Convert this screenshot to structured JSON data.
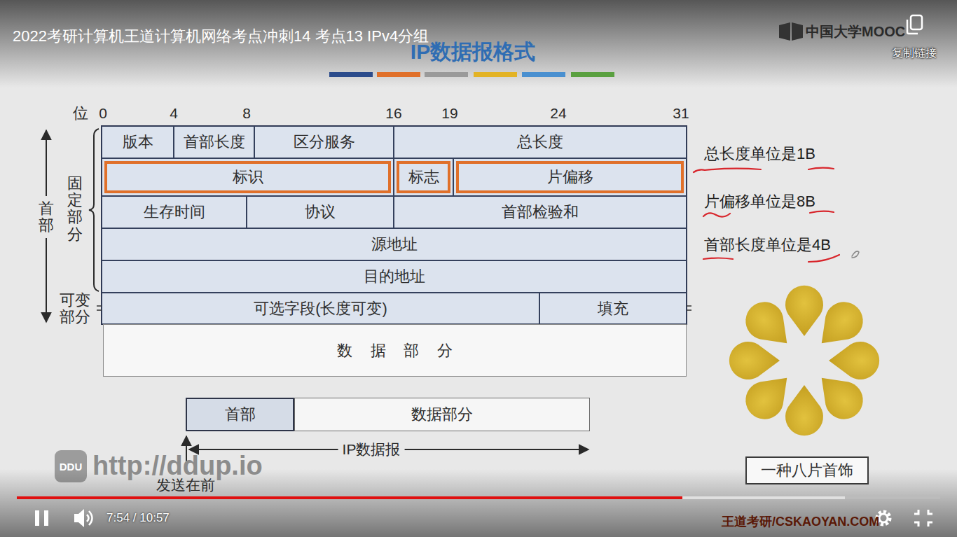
{
  "diagram": {
    "title": "IP数据报格式",
    "nodes": [
      {
        "text": [
          "版本"
        ]
      },
      {
        "text": [
          "首部长度"
        ]
      },
      {
        "text": [
          "区分服务"
        ]
      },
      {
        "text": [
          "总长度"
        ]
      },
      {
        "text": [
          "标识"
        ]
      },
      {
        "text": [
          "标志"
        ]
      },
      {
        "text": [
          "片偏移"
        ]
      },
      {
        "text": [
          "生存时间"
        ]
      },
      {
        "text": [
          "协议"
        ]
      },
      {
        "text": [
          "首部检验和"
        ]
      },
      {
        "text": [
          "源地址"
        ]
      },
      {
        "text": [
          "目的地址"
        ]
      },
      {
        "text": [
          "可选字段(长度可变)"
        ]
      },
      {
        "text": [
          "填充"
        ]
      },
      {
        "text": [
          "数 据 部 分"
        ]
      },
      {
        "text": [
          "首部"
        ]
      },
      {
        "text": [
          "数据部分"
        ]
      },
      {
        "text": [
          "一种八片首饰"
        ]
      }
    ],
    "labels": [
      "2022考研计算机王道计算机网络考点冲刺14 考点13 IPv4分组",
      "中国大学MOOC",
      "复制链接",
      "位",
      "0",
      "4",
      "8",
      "16",
      "19",
      "24",
      "31",
      "首部",
      "固定部分",
      "可变部分",
      "总长度单位是1B",
      "片偏移单位是8B",
      "首部长度单位是4B",
      "IP数据报",
      "发送在前",
      "DDU",
      "http://ddup.io",
      "7:54 / 10:57",
      "王道考研/CSKAOYAN.COM"
    ]
  }
}
